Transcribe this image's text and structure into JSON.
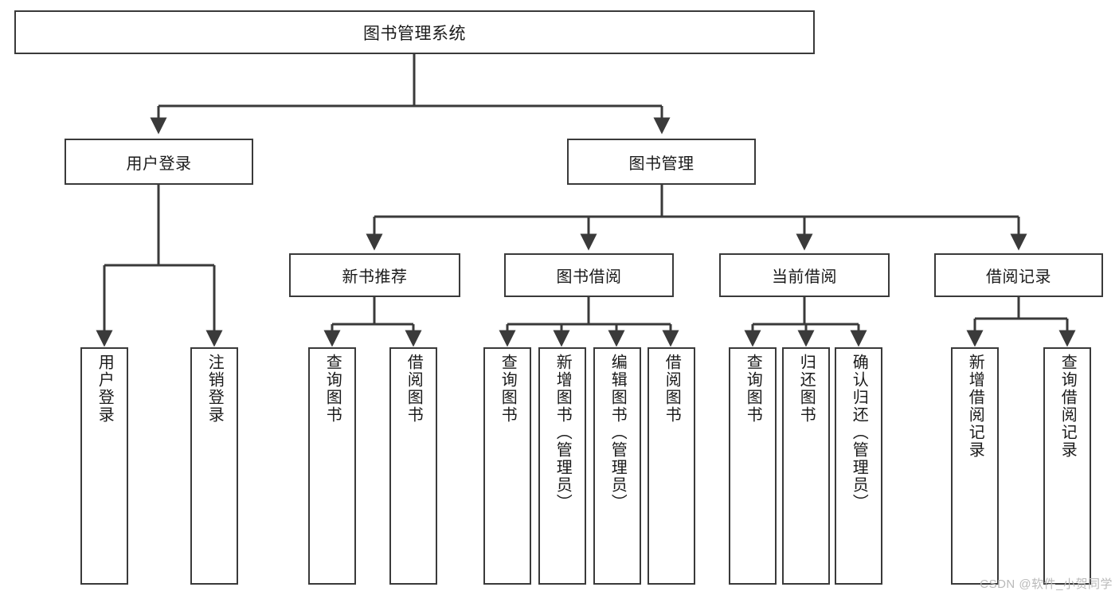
{
  "diagram": {
    "type": "tree-hierarchy-chart",
    "title": "图书管理系统",
    "colors": {
      "background": "#ffffff",
      "box_fill": "#ffffff",
      "box_stroke": "#3a3a3a",
      "connector": "#3a3a3a",
      "text": "#1a1a1a",
      "watermark": "#b9b9b9"
    },
    "root": {
      "label": "图书管理系统"
    },
    "level2": [
      {
        "label": "用户登录"
      },
      {
        "label": "图书管理"
      }
    ],
    "level3": [
      {
        "label": "新书推荐"
      },
      {
        "label": "图书借阅"
      },
      {
        "label": "当前借阅"
      },
      {
        "label": "借阅记录"
      }
    ],
    "leaves": {
      "user_login": [
        {
          "label": "用户登录"
        },
        {
          "label": "注销登录"
        }
      ],
      "new_book_recommend": [
        {
          "label": "查询图书"
        },
        {
          "label": "借阅图书"
        }
      ],
      "book_borrow": [
        {
          "label": "查询图书"
        },
        {
          "label": "新增图书（管理员）"
        },
        {
          "label": "编辑图书（管理员）"
        },
        {
          "label": "借阅图书"
        }
      ],
      "current_borrow": [
        {
          "label": "查询图书"
        },
        {
          "label": "归还图书"
        },
        {
          "label": "确认归还（管理员）"
        }
      ],
      "borrow_record": [
        {
          "label": "新增借阅记录"
        },
        {
          "label": "查询借阅记录"
        }
      ]
    }
  },
  "watermark": {
    "text": "CSDN @软件_小贺同学"
  }
}
